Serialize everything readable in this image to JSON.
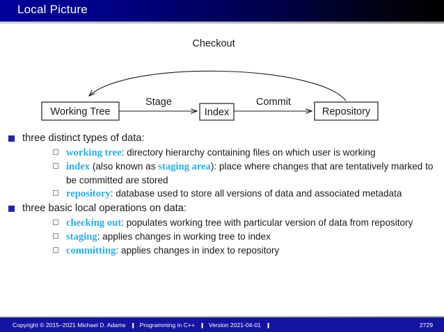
{
  "header": {
    "title": "Local Picture"
  },
  "diagram": {
    "boxes": [
      {
        "id": "working-tree",
        "label": "Working Tree"
      },
      {
        "id": "index",
        "label": "Index"
      },
      {
        "id": "repository",
        "label": "Repository"
      }
    ],
    "edges": [
      {
        "id": "stage",
        "label": "Stage",
        "from": "working-tree",
        "to": "index"
      },
      {
        "id": "commit",
        "label": "Commit",
        "from": "index",
        "to": "repository"
      },
      {
        "id": "checkout",
        "label": "Checkout",
        "from": "repository",
        "to": "working-tree"
      }
    ]
  },
  "content": {
    "sections": [
      {
        "heading": "three distinct types of data:",
        "items": [
          {
            "term": "working tree",
            "rest": ": directory hierarchy containing files on which user is working"
          },
          {
            "term": "index",
            "mid": " (also known as ",
            "term2": "staging area",
            "rest": "): place where changes that are tentatively marked to be committed are stored"
          },
          {
            "term": "repository",
            "rest": ": database used to store all versions of data and associated metadata"
          }
        ]
      },
      {
        "heading": "three basic local operations on data:",
        "items": [
          {
            "term": "checking out",
            "rest": ": populates working tree with particular version of data from repository"
          },
          {
            "term": "staging",
            "rest": ": applies changes in working tree to index"
          },
          {
            "term": "committing",
            "rest": ": applies changes in index to repository"
          }
        ]
      }
    ]
  },
  "footer": {
    "copyright": "Copyright © 2015–2021 Michael D. Adams",
    "separator": "||",
    "course": "Programming in C++",
    "version": "Version 2021-04-01",
    "page": "2729"
  },
  "colors": {
    "header_start": "#00009c",
    "header_end": "#000000",
    "keyword": "#2badea",
    "bullet": "#2323a8",
    "footer_bg": "#1414a0"
  }
}
